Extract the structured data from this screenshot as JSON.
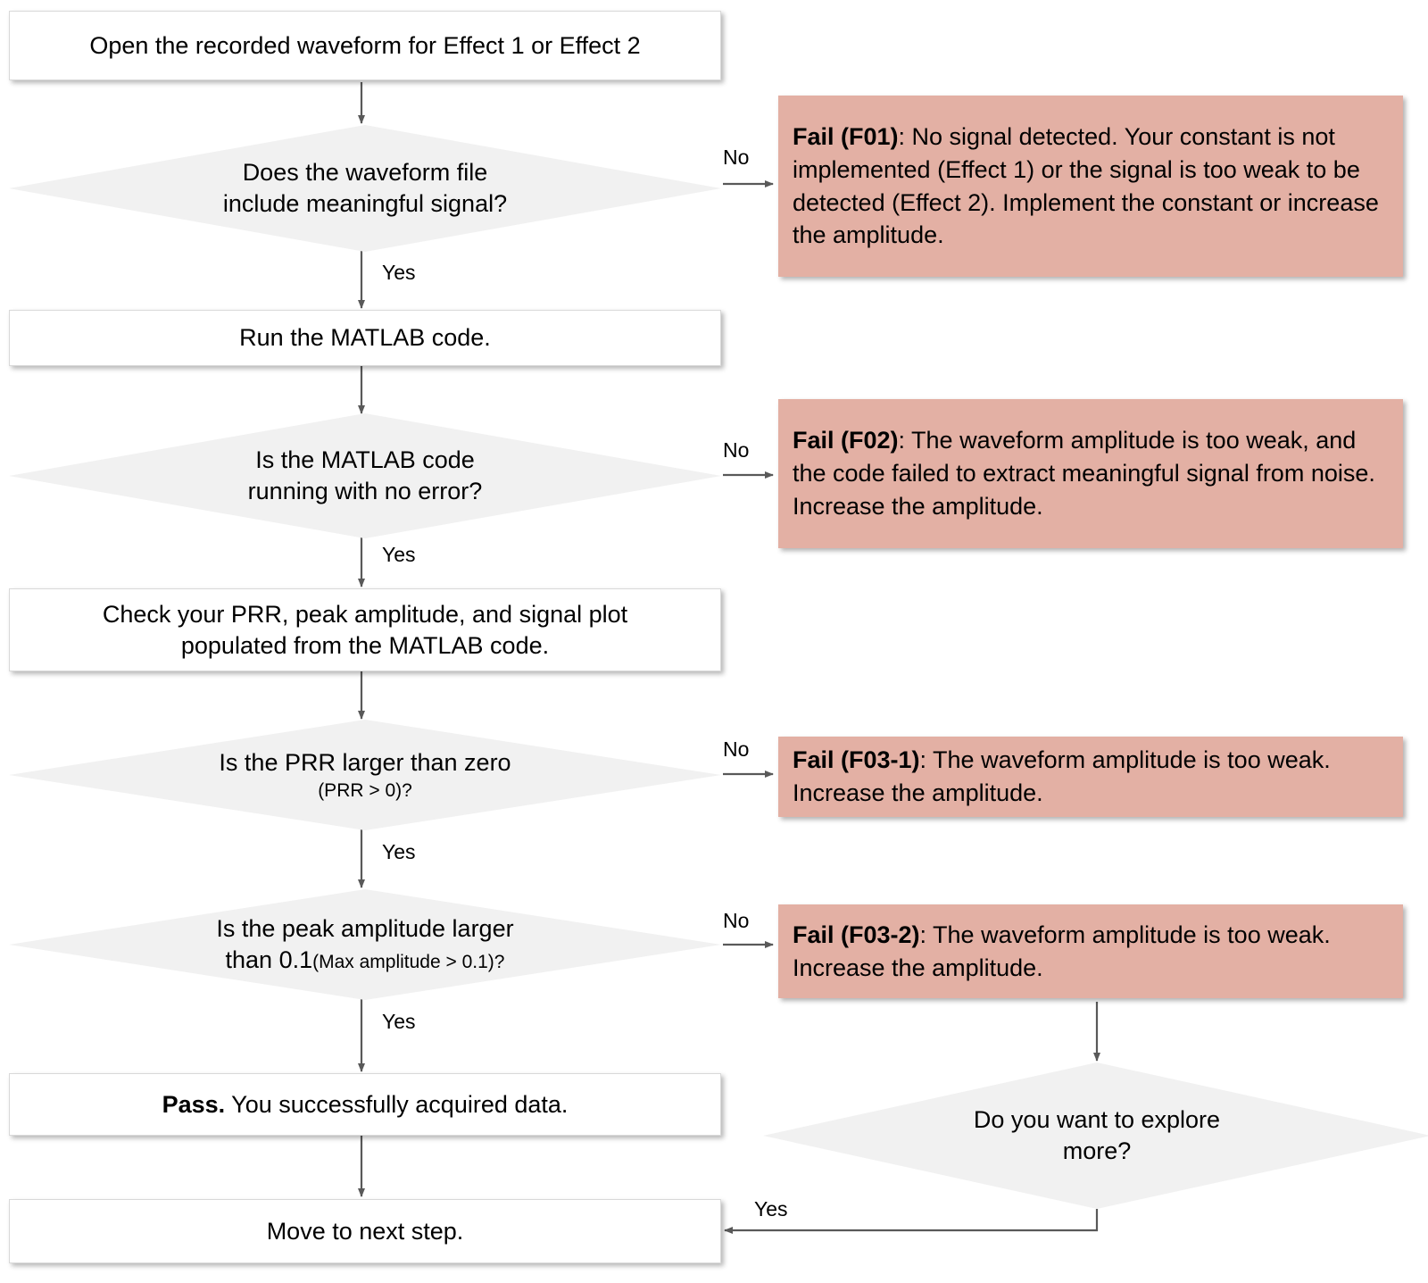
{
  "diagram": {
    "title": "Waveform acquisition troubleshooting flowchart",
    "colors": {
      "fail_box_fill": "#e3b0a4",
      "decision_fill": "#f1f1f1",
      "process_fill": "#ffffff",
      "connector_stroke": "#595959",
      "border": "#d9d9d9"
    }
  },
  "nodes": {
    "start": {
      "type": "process",
      "text": "Open the recorded waveform for Effect 1 or Effect 2"
    },
    "d1": {
      "type": "decision",
      "line1": "Does the waveform file",
      "line2": "include meaningful signal?"
    },
    "p_run": {
      "type": "process",
      "text": "Run the MATLAB code."
    },
    "d2": {
      "type": "decision",
      "line1": "Is the MATLAB code",
      "line2": "running with no error?"
    },
    "p_check": {
      "type": "process",
      "line1": "Check your PRR, peak amplitude, and signal plot",
      "line2": "populated from the MATLAB code."
    },
    "d3": {
      "type": "decision",
      "line1": "Is the PRR  larger than zero",
      "line2": "(PRR > 0)?"
    },
    "d4": {
      "type": "decision",
      "line1a": "Is the peak amplitude larger",
      "line2a": "than 0.1",
      "line2b": "(Max amplitude > 0.1)?"
    },
    "pass": {
      "type": "process",
      "lead": "Pass.",
      "rest": " You successfully acquired data."
    },
    "next": {
      "type": "process",
      "text": "Move to next step."
    },
    "d5": {
      "type": "decision",
      "line1": "Do you want to explore",
      "line2": "more?"
    },
    "f01": {
      "type": "fail",
      "lead": "Fail (F01)",
      "rest": ": No signal detected. Your constant is not implemented (Effect 1) or the signal is too weak to be detected (Effect 2). Implement the constant or increase the amplitude."
    },
    "f02": {
      "type": "fail",
      "lead": "Fail (F02)",
      "rest": ": The waveform amplitude is too weak, and the code failed to extract meaningful signal from noise. Increase the amplitude."
    },
    "f03_1": {
      "type": "fail",
      "lead": "Fail (F03-1)",
      "rest": ": The waveform amplitude is too weak. Increase the amplitude."
    },
    "f03_2": {
      "type": "fail",
      "lead": "Fail (F03-2)",
      "rest": ": The waveform amplitude is too weak. Increase the amplitude."
    }
  },
  "edge_labels": {
    "d1_no": "No",
    "d1_yes": "Yes",
    "d2_no": "No",
    "d2_yes": "Yes",
    "d3_no": "No",
    "d3_yes": "Yes",
    "d4_no": "No",
    "d4_yes": "Yes",
    "d5_yes": "Yes"
  }
}
